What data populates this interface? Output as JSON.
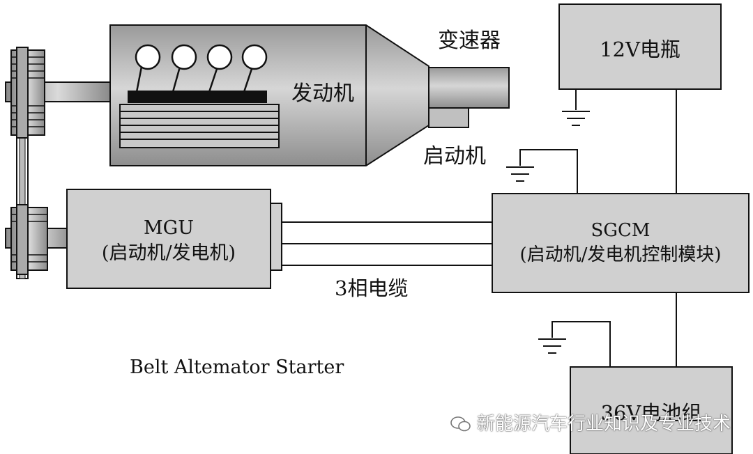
{
  "labels": {
    "engine": "发动机",
    "transmission": "变速器",
    "starter": "启动机",
    "battery12v": "12V电瓶",
    "mgu_title": "MGU",
    "mgu_subtitle": "(启动机/发电机)",
    "sgcm_title": "SGCM",
    "sgcm_subtitle": "(启动机/发电机控制模块)",
    "cable": "3相电缆",
    "battery36v": "36V电池组",
    "caption": "Belt Altemator Starter"
  },
  "watermark": {
    "text": "新能源汽车行业知识及专业技术",
    "icon": "wechat-icon"
  },
  "colors": {
    "box_fill": "#d0d0d0",
    "engine_fill": "#bdbdbd",
    "line": "#111111"
  }
}
